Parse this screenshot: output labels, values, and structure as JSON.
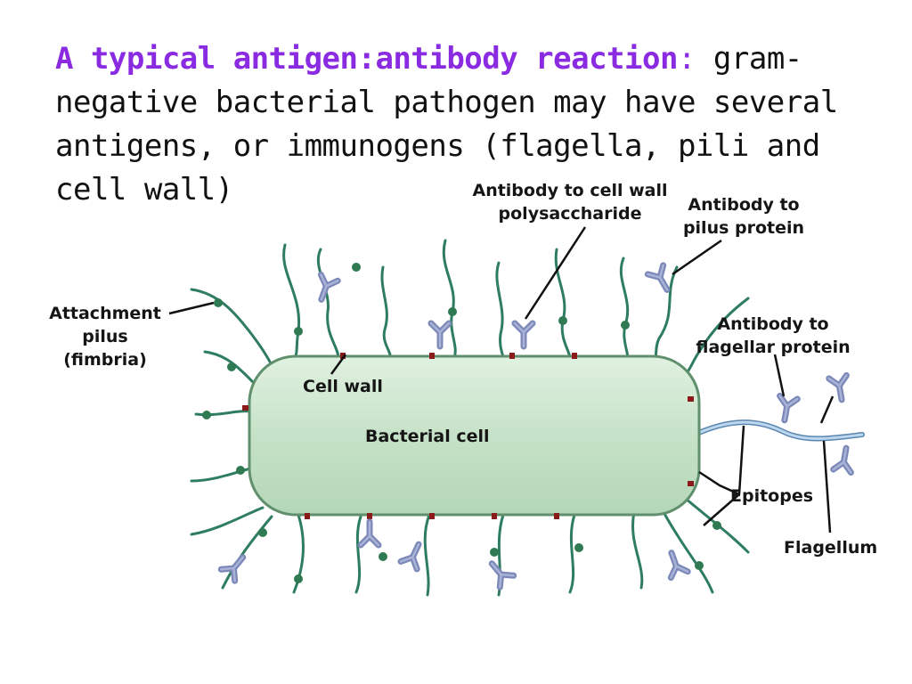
{
  "title": {
    "highlight": "A typical antigen:antibody reaction",
    "colon": ":",
    "rest": " gram-negative bacterial pathogen may have several antigens, or immunogens (flagella, pili and cell wall)"
  },
  "labels": {
    "antibody_cell_wall_l1": "Antibody to cell wall",
    "antibody_cell_wall_l2": "polysaccharide",
    "antibody_pilus_l1": "Antibody to",
    "antibody_pilus_l2": "pilus protein",
    "attachment_l1": "Attachment",
    "attachment_l2": "pilus",
    "attachment_l3": "(fimbria)",
    "antibody_flagellar_l1": "Antibody to",
    "antibody_flagellar_l2": "flagellar protein",
    "cell_wall": "Cell wall",
    "bacterial_cell": "Bacterial cell",
    "epitopes": "Epitopes",
    "flagellum": "Flagellum"
  },
  "colors": {
    "title_highlight": "#8a2be2",
    "cell_fill": "#cfe8cf",
    "cell_stroke": "#5f8f6c",
    "pilus": "#2e7d62",
    "pilus_tip": "#2f7a52",
    "antibody": "#7c88b8",
    "cell_wall_epitope": "#8b1a1a",
    "flagellum": "#8ab4d8"
  }
}
